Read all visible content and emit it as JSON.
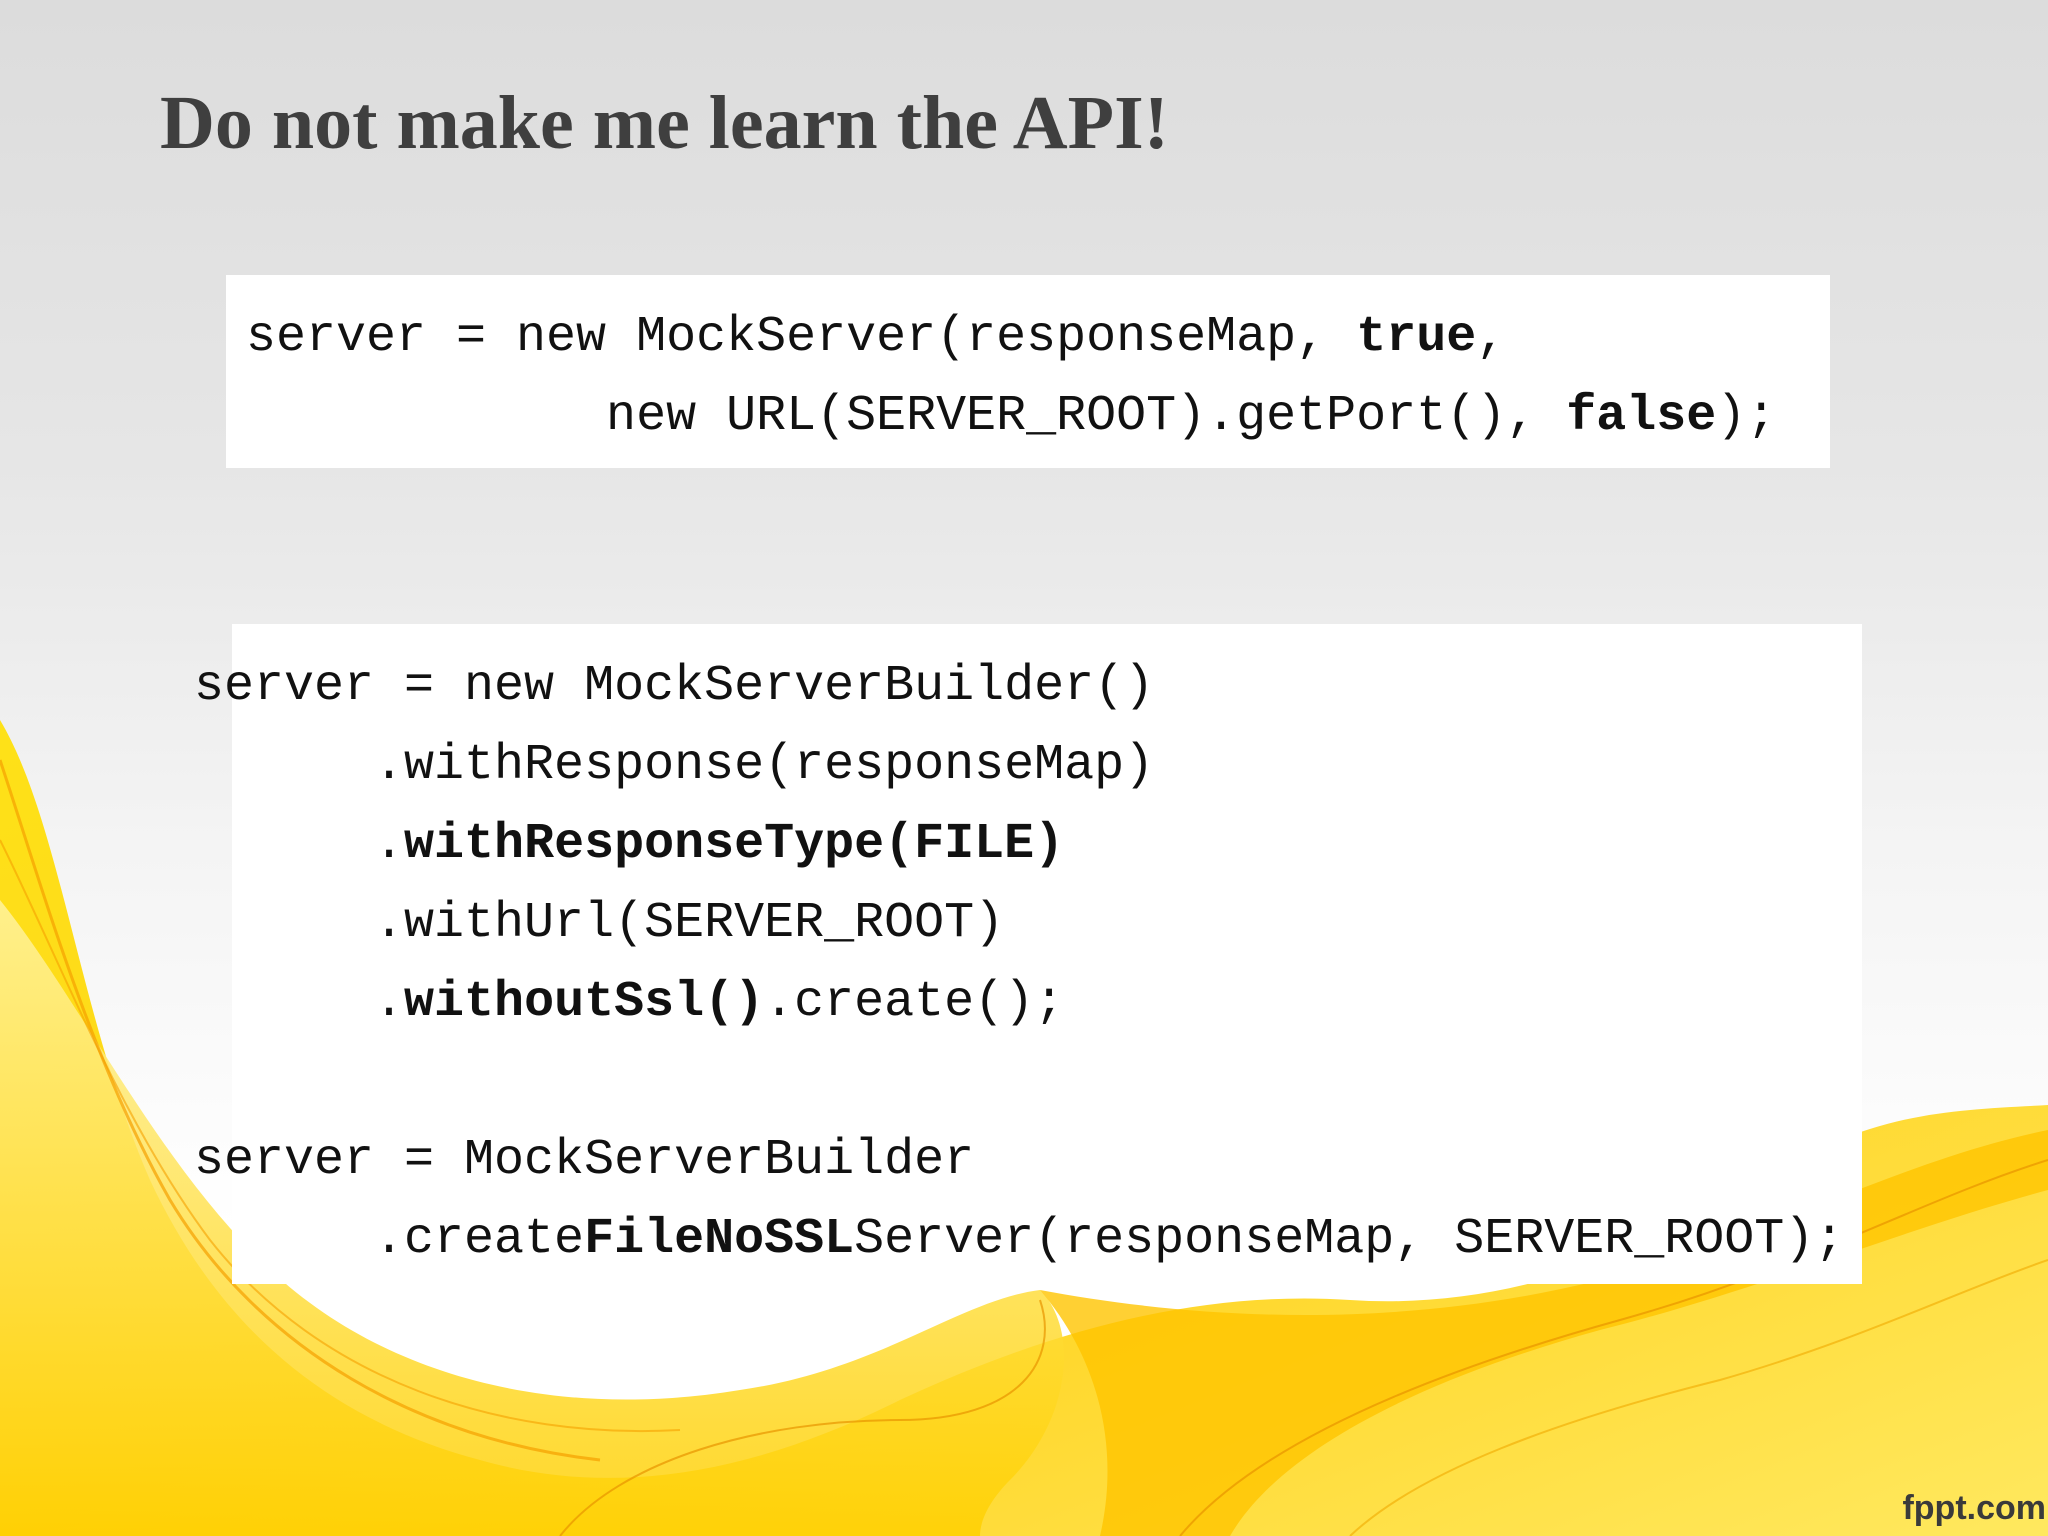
{
  "slide": {
    "title": "Do not make me learn the API!",
    "footer_logo": "fppt.com"
  },
  "code_block_1": {
    "line1": {
      "prefix": "server = new MockServer(responseMap, ",
      "bold": "true",
      "suffix": ","
    },
    "line2": {
      "prefix": "            new URL(SERVER_ROOT).getPort(), ",
      "bold": "false",
      "suffix": ");"
    }
  },
  "code_block_2": {
    "line1": "server = new MockServerBuilder()",
    "line2": "      .withResponse(responseMap)",
    "line3": {
      "prefix": "      .",
      "bold": "withResponseType(FILE)"
    },
    "line4": "      .withUrl(SERVER_ROOT)",
    "line5": {
      "prefix": "      .",
      "bold": "withoutSsl()",
      "suffix": ".create();"
    },
    "line6": "",
    "line7": "server = MockServerBuilder",
    "line8": {
      "prefix": "      .create",
      "bold": "FileNoSSL",
      "suffix": "Server(responseMap, SERVER_ROOT);"
    }
  },
  "colors": {
    "title": "#3f3f3f",
    "code_text": "#111111",
    "ribbon_yellow": "#ffd400",
    "ribbon_orange": "#f5a000"
  }
}
